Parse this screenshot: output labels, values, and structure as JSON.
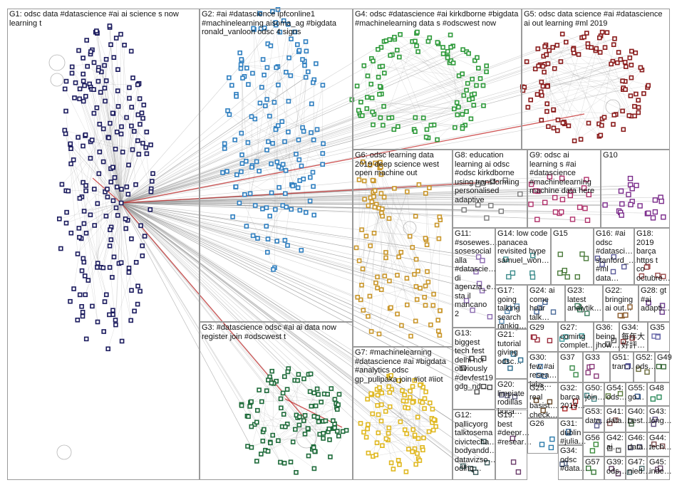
{
  "groups": [
    {
      "id": "G1",
      "label": "G1: odsc data #datascience #ai ai science s now learning t",
      "color": "#1b1b5e",
      "nodes": 210
    },
    {
      "id": "G2",
      "label": "G2: #ai #datascience ipfconline1 #machinelearning aisoma_ag #bigdata ronald_vanloon odsc 4 signs",
      "color": "#2f7fc0",
      "nodes": 150
    },
    {
      "id": "G3",
      "label": "G3: #datascience odsc #ai ai data now register join #odscwest t",
      "color": "#1e6b3a",
      "nodes": 110
    },
    {
      "id": "G4",
      "label": "G4: odsc #datascience #ai kirkdborne #bigdata #machinelearning data s #odscwest now",
      "color": "#2e9a3a",
      "nodes": 110
    },
    {
      "id": "G5",
      "label": "G5: odsc data science #ai #datascience ai out learning #ml 2019",
      "color": "#8a1c1c",
      "nodes": 110
    },
    {
      "id": "G6",
      "label": "G6: odsc learning data 2019 deep science west open machine out",
      "color": "#c9962a",
      "nodes": 95
    },
    {
      "id": "G7",
      "label": "G7: #machinelearning #datascience #ai #bigdata #analytics odsc gp_pulipaka join #iot #iiot",
      "color": "#e0b820",
      "nodes": 90
    },
    {
      "id": "G8",
      "label": "G8: education learning ai odsc #odsc kirkdborne using transforming personalised adaptive",
      "color": "#7a7a7a",
      "nodes": 10
    },
    {
      "id": "G9",
      "label": "G9: odsc ai learning s #ai #datascience #machinelearning machine data here",
      "color": "#b0306a",
      "nodes": 22
    },
    {
      "id": "G10",
      "label": "G10",
      "color": "#7a2a8a",
      "nodes": 22
    },
    {
      "id": "G11",
      "label": "G11: #sosewes… sosesocial alla #datascie… di agenzia_e… sta il mancano 2",
      "color": "#8a6ab0",
      "nodes": 8
    },
    {
      "id": "G14",
      "label": "G14: low code panacea revisited hype samuel_won…",
      "color": "#3a8a8a",
      "nodes": 6
    },
    {
      "id": "G15",
      "label": "G15",
      "color": "#4a7a3a",
      "nodes": 8
    },
    {
      "id": "G16",
      "label": "G16: #ai odsc #datasci… stanford_… #ml data…",
      "color": "#5a5a9a",
      "nodes": 5
    },
    {
      "id": "G18",
      "label": "G18: 2019 barça https t co octubre…",
      "color": "#9a4a4a",
      "nodes": 5
    },
    {
      "id": "G17",
      "label": "G17: going talking search rankig…",
      "color": "#5a8ab0",
      "nodes": 4
    },
    {
      "id": "G24",
      "label": "G24: ai come hear talk…",
      "color": "#4a6a9a",
      "nodes": 4
    },
    {
      "id": "G23",
      "label": "G23: latest analytik…",
      "color": "#3a7a5a",
      "nodes": 4
    },
    {
      "id": "G22",
      "label": "G22: bringing ai out…",
      "color": "#8a5a2a",
      "nodes": 4
    },
    {
      "id": "G28",
      "label": "G28: gt #ai adapti…",
      "color": "#6a3a8a",
      "nodes": 3
    },
    {
      "id": "G13",
      "label": "G13: biggest tech fest delhi ncr obviously #devfest19 gdg_nd…",
      "color": "#4a4a4a",
      "nodes": 6
    },
    {
      "id": "G29",
      "label": "G29",
      "color": "#9a2a3a",
      "nodes": 4
    },
    {
      "id": "G27",
      "label": "G27: coming complet…",
      "color": "#3a9a9a",
      "nodes": 3
    },
    {
      "id": "G36",
      "label": "G36: being jhow…",
      "color": "#5a5a5a",
      "nodes": 2
    },
    {
      "id": "G35",
      "label": "G35",
      "color": "#6a6aaa",
      "nodes": 3
    },
    {
      "id": "G34a",
      "label": "G34: 每年大 好評…",
      "color": "#8a3a3a",
      "nodes": 2
    },
    {
      "id": "G21",
      "label": "G21: tutorial giving odsc…",
      "color": "#2a6a8a",
      "nodes": 4
    },
    {
      "id": "G30",
      "label": "G30: few #ai resea… labs…",
      "color": "#4a7aaa",
      "nodes": 3
    },
    {
      "id": "G37",
      "label": "G37",
      "color": "#3a8a4a",
      "nodes": 2
    },
    {
      "id": "G33",
      "label": "G33",
      "color": "#8a3a7a",
      "nodes": 4
    },
    {
      "id": "G51",
      "label": "G51: tran…",
      "color": "#4a4a8a",
      "nodes": 2
    },
    {
      "id": "G52",
      "label": "G52: ods…",
      "color": "#6a6a3a",
      "nodes": 2
    },
    {
      "id": "G49",
      "label": "G49",
      "color": "#3a6a3a",
      "nodes": 2
    },
    {
      "id": "G20",
      "label": "G20: limpiate rodillas boca…",
      "color": "#5a5a7a",
      "nodes": 3
    },
    {
      "id": "G25",
      "label": "G25: real basist… check…",
      "color": "#6a4a2a",
      "nodes": 3
    },
    {
      "id": "G32",
      "label": "G32: barça 2019…",
      "color": "#b02a2a",
      "nodes": 3
    },
    {
      "id": "G50",
      "label": "G50: join…",
      "color": "#4a8a8a",
      "nodes": 2
    },
    {
      "id": "G54",
      "label": "G54: ods…",
      "color": "#5a7a3a",
      "nodes": 2
    },
    {
      "id": "G55",
      "label": "G55: go…",
      "color": "#3a5a8a",
      "nodes": 2
    },
    {
      "id": "G48",
      "label": "G48",
      "color": "#2a8a5a",
      "nodes": 2
    },
    {
      "id": "G12",
      "label": "G12: pallicyorg talktosema civictecha… bodyandd… datavizso… odlhq…",
      "color": "#3a5a5a",
      "nodes": 6
    },
    {
      "id": "G19",
      "label": "G19: best #deepr… #resear…",
      "color": "#6a3a6a",
      "nodes": 3
    },
    {
      "id": "G31",
      "label": "G31: dublin #julia…",
      "color": "#3a6a9a",
      "nodes": 2
    },
    {
      "id": "G53",
      "label": "G53: data…",
      "color": "#5a5a8a",
      "nodes": 2
    },
    {
      "id": "G41",
      "label": "G41: data…",
      "color": "#8a5a5a",
      "nodes": 2
    },
    {
      "id": "G40",
      "label": "G40: best…",
      "color": "#4a6a4a",
      "nodes": 2
    },
    {
      "id": "G43",
      "label": "G43: long…",
      "color": "#5a4a7a",
      "nodes": 2
    },
    {
      "id": "G26",
      "label": "G26",
      "color": "#2a7aaa",
      "nodes": 3
    },
    {
      "id": "G56",
      "label": "G56",
      "color": "#3a8a3a",
      "nodes": 2
    },
    {
      "id": "G42",
      "label": "G42: ai…",
      "color": "#6a6a6a",
      "nodes": 2
    },
    {
      "id": "G46",
      "label": "G46: data…",
      "color": "#4a4a6a",
      "nodes": 2
    },
    {
      "id": "G44",
      "label": "G44: tech…",
      "color": "#7a4a4a",
      "nodes": 2
    },
    {
      "id": "G34",
      "label": "G34: odsc #data…",
      "color": "#4a5a7a",
      "nodes": 2
    },
    {
      "id": "G57",
      "label": "G57",
      "color": "#3a7a3a",
      "nodes": 2
    },
    {
      "id": "G39",
      "label": "G39: ods…",
      "color": "#5a3a5a",
      "nodes": 2
    },
    {
      "id": "G47",
      "label": "G47: nied…",
      "color": "#4a6a6a",
      "nodes": 2
    },
    {
      "id": "G45",
      "label": "G45: inde…",
      "color": "#6a4a6a",
      "nodes": 2
    }
  ],
  "edge_color": "#9a9a9a",
  "highlight_edge_color": "#c02020"
}
